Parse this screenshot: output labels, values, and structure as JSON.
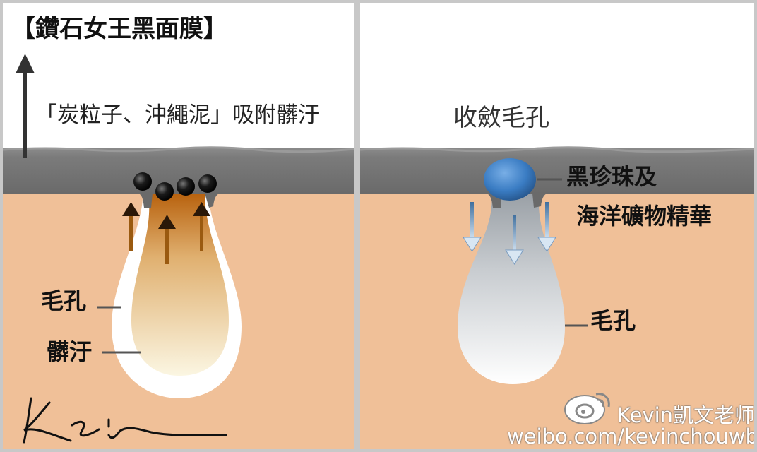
{
  "left_panel": {
    "title": "【鑽石女王黑面膜】",
    "caption": "「炭粒子、沖繩泥」吸附髒汙",
    "labels": {
      "pore": "毛孔",
      "dirt": "髒汙"
    },
    "signature": "Kevin"
  },
  "right_panel": {
    "caption": "收斂毛孔",
    "labels": {
      "pearl_line1": "黑珍珠及",
      "pearl_line2": "海洋礦物精華",
      "pore": "毛孔"
    }
  },
  "watermark": {
    "line1": "Kevin凱文老师",
    "line2": "weibo.com/kevinchouwb"
  },
  "colors": {
    "skin": "#f0c098",
    "mask": "#6e6e6e",
    "particle": "#111111",
    "pearl": "#3a7cc3",
    "dirt": "#c07a20",
    "border": "#c8c8c8"
  }
}
